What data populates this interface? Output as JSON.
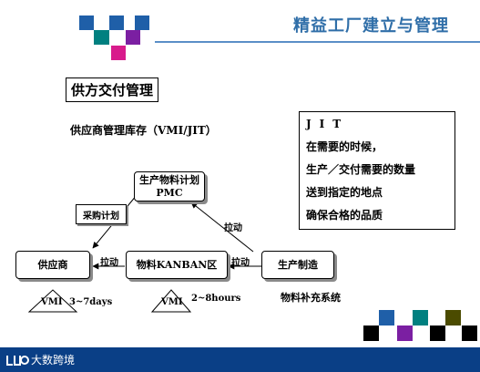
{
  "header": {
    "title": "精益工厂建立与管理"
  },
  "section_title": "供方交付管理",
  "subtitle": "供应商管理库存（VMI/JIT）",
  "jit_box": {
    "lines": [
      "JIT",
      "在需要的时候，",
      "生产／交付需要的数量",
      "送到指定的地点",
      "确保合格的品质"
    ]
  },
  "diagram": {
    "nodes": {
      "pmc": {
        "line1": "生产物料计划",
        "line2": "PMC"
      },
      "supplier": "供应商",
      "kanban": "物料KANBAN区",
      "production": "生产制造"
    },
    "purchase_plan": "采购计划",
    "edge_labels": {
      "kanban_to_supplier": "拉动",
      "production_to_kanban": "拉动",
      "production_to_pmc": "拉动"
    },
    "vmi": [
      {
        "label": "VMI",
        "range": "3~7days"
      },
      {
        "label": "VMI",
        "range": "2~8hours"
      }
    ],
    "caption": "物料补充系统"
  },
  "footer": {
    "brand": "大数跨境"
  },
  "colors": {
    "title_blue": "#2f6ea8",
    "footer_blue": "#0a3f86",
    "decor_squares": [
      "#1f5fa8",
      "#008080",
      "#7b1fa2",
      "#d81b8c",
      "#000000",
      "#4b4b00"
    ]
  }
}
